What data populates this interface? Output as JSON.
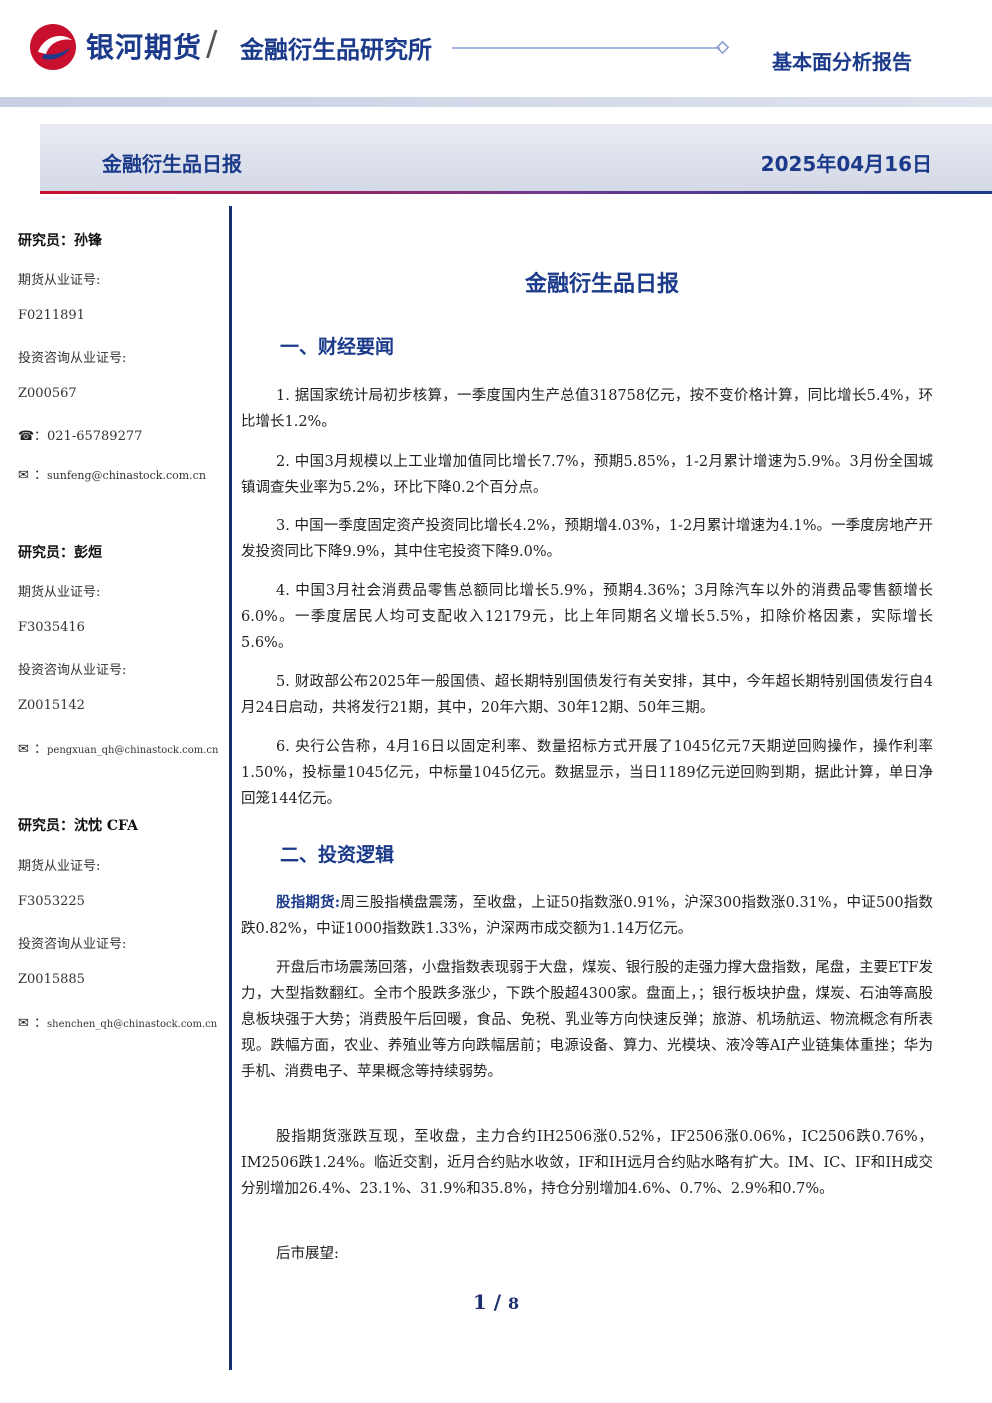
{
  "header": {
    "brand": "银河期货",
    "slash": "/",
    "institute": "金融衍生品研究所",
    "report_type": "基本面分析报告",
    "logo_colors": {
      "red": "#c8102e",
      "blue": "#1b3a8a"
    }
  },
  "title_bar": {
    "title": "金融衍生品日报",
    "date": "2025年04月16日"
  },
  "sidebar": {
    "analysts": [
      {
        "name": "研究员：孙锋",
        "futures_label": "期货从业证号:",
        "futures_id": "F0211891",
        "consult_label": "投资咨询从业证号:",
        "consult_id": "Z000567",
        "phone_icon": "☎",
        "phone": "021-65789277",
        "email_icon": "✉",
        "email": "sunfeng@chinastock.com.cn"
      },
      {
        "name": "研究员：彭烜",
        "futures_label": "期货从业证号:",
        "futures_id": "F3035416",
        "consult_label": "投资咨询从业证号:",
        "consult_id": "Z0015142",
        "email_icon": "✉",
        "email": "pengxuan_qh@chinastock.com.cn"
      },
      {
        "name": "研究员：沈忱  CFA",
        "futures_label": "期货从业证号:",
        "futures_id": "F3053225",
        "consult_label": "投资咨询从业证号:",
        "consult_id": "Z0015885",
        "email_icon": "✉",
        "email": "shenchen_qh@chinastock.com.cn"
      }
    ]
  },
  "main": {
    "title": "金融衍生品日报",
    "section1": {
      "heading": "一、财经要闻",
      "paragraphs": [
        "1. 据国家统计局初步核算，一季度国内生产总值318758亿元，按不变价格计算，同比增长5.4%，环比增长1.2%。",
        "2. 中国3月规模以上工业增加值同比增长7.7%，预期5.85%，1-2月累计增速为5.9%。3月份全国城镇调查失业率为5.2%，环比下降0.2个百分点。",
        "3. 中国一季度固定资产投资同比增长4.2%，预期增4.03%，1-2月累计增速为4.1%。一季度房地产开发投资同比下降9.9%，其中住宅投资下降9.0%。",
        "4. 中国3月社会消费品零售总额同比增长5.9%，预期4.36%；3月除汽车以外的消费品零售额增长6.0%。一季度居民人均可支配收入12179元，比上年同期名义增长5.5%，扣除价格因素，实际增长5.6%。",
        "5. 财政部公布2025年一般国债、超长期特别国债发行有关安排，其中，今年超长期特别国债发行自4月24日启动，共将发行21期，其中，20年六期、30年12期、50年三期。",
        "6. 央行公告称，4月16日以固定利率、数量招标方式开展了1045亿元7天期逆回购操作，操作利率1.50%，投标量1045亿元，中标量1045亿元。数据显示，当日1189亿元逆回购到期，据此计算，单日净回笼144亿元。"
      ]
    },
    "section2": {
      "heading": "二、投资逻辑",
      "p1_label": "股指期货:",
      "p1_text": "周三股指横盘震荡，至收盘，上证50指数涨0.91%，沪深300指数涨0.31%，中证500指数跌0.82%，中证1000指数跌1.33%，沪深两市成交额为1.14万亿元。",
      "p2": "开盘后市场震荡回落，小盘指数表现弱于大盘，煤炭、银行股的走强力撑大盘指数，尾盘，主要ETF发力，大型指数翻红。全市个股跌多涨少，下跌个股超4300家。盘面上，；银行板块护盘，煤炭、石油等高股息板块强于大势；消费股午后回暖，食品、免税、乳业等方向快速反弹；旅游、机场航运、物流概念有所表现。跌幅方面，农业、养殖业等方向跌幅居前；电源设备、算力、光模块、液冷等AI产业链集体重挫；华为手机、消费电子、苹果概念等持续弱势。",
      "p3": "股指期货涨跌互现，至收盘，主力合约IH2506涨0.52%，IF2506涨0.06%，IC2506跌0.76%，IM2506跌1.24%。临近交割，近月合约贴水收敛，IF和IH远月合约贴水略有扩大。IM、IC、IF和IH成交分别增加26.4%、23.1%、31.9%和35.8%，持仓分别增加4.6%、0.7%、2.9%和0.7%。",
      "p4": "后市展望:"
    }
  },
  "footer": {
    "page_current": "1",
    "page_sep": " / ",
    "page_total": "8"
  }
}
